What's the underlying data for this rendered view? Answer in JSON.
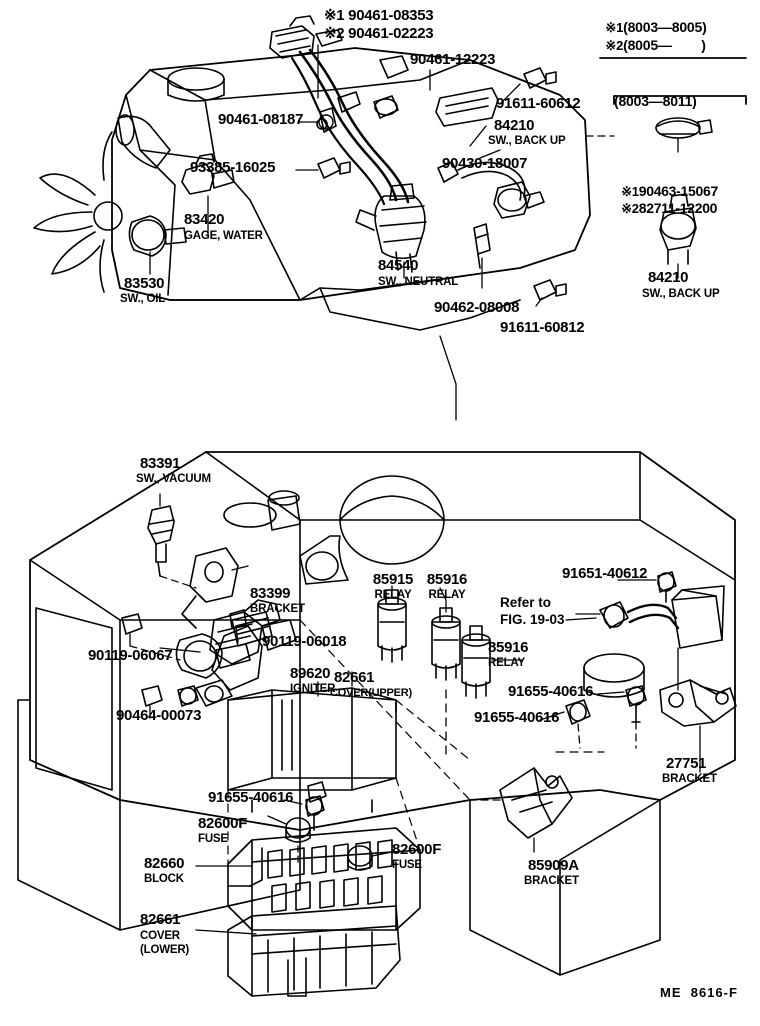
{
  "sheet": {
    "footer_code": "ME  8616-F",
    "variant_legend": [
      {
        "marker": "※1",
        "range": "(8003—8005)"
      },
      {
        "marker": "※2",
        "range": "(8005—        )"
      }
    ],
    "boxed_group": {
      "range": "(8003—8011)",
      "items": [
        {
          "marker": "※1",
          "part_no": "90463-15067"
        },
        {
          "marker": "※2",
          "part_no": "82711-12200"
        }
      ],
      "switch": {
        "part_no": "84210",
        "name": "SW., BACK UP"
      }
    },
    "upper_diagram": {
      "name": "engine-sensor-assembly",
      "labels": [
        {
          "part_no": "※1 90461-08353",
          "name": ""
        },
        {
          "part_no": "※2 90461-02223",
          "name": ""
        },
        {
          "part_no": "90461-12223",
          "name": ""
        },
        {
          "part_no": "90461-08187",
          "name": ""
        },
        {
          "part_no": "93385-16025",
          "name": ""
        },
        {
          "part_no": "91611-60612",
          "name": ""
        },
        {
          "part_no": "84210",
          "name": "SW., BACK UP"
        },
        {
          "part_no": "90430-18007",
          "name": ""
        },
        {
          "part_no": "83420",
          "name": "GAGE, WATER"
        },
        {
          "part_no": "83530",
          "name": "SW., OIL"
        },
        {
          "part_no": "84540",
          "name": "SW., NEUTRAL"
        },
        {
          "part_no": "90462-08008",
          "name": ""
        },
        {
          "part_no": "91611-60812",
          "name": ""
        }
      ]
    },
    "lower_diagram": {
      "name": "fuse-block-relay-assembly",
      "refer_note": [
        "Refer to",
        "FIG. 19-03"
      ],
      "labels": [
        {
          "part_no": "83391",
          "name": "SW., VACUUM"
        },
        {
          "part_no": "83399",
          "name": "BRACKET"
        },
        {
          "part_no": "90119-06018",
          "name": ""
        },
        {
          "part_no": "90119-06067",
          "name": ""
        },
        {
          "part_no": "89620",
          "name": "IGNITER"
        },
        {
          "part_no": "90464-00073",
          "name": ""
        },
        {
          "part_no": "85915",
          "name": "RELAY"
        },
        {
          "part_no": "85916",
          "name": "RELAY"
        },
        {
          "part_no": "85916",
          "name": "RELAY"
        },
        {
          "part_no": "91651-40612",
          "name": ""
        },
        {
          "part_no": "82661",
          "name": "COVER(UPPER)"
        },
        {
          "part_no": "91655-40616",
          "name": ""
        },
        {
          "part_no": "91655-40616",
          "name": ""
        },
        {
          "part_no": "91655-40616",
          "name": ""
        },
        {
          "part_no": "27751",
          "name": "BRACKET"
        },
        {
          "part_no": "85909A",
          "name": "BRACKET"
        },
        {
          "part_no": "82600F",
          "name": "FUSE"
        },
        {
          "part_no": "82600F",
          "name": "FUSE"
        },
        {
          "part_no": "82660",
          "name": "BLOCK"
        },
        {
          "part_no": "82661",
          "name": "COVER\n(LOWER)"
        }
      ]
    }
  }
}
